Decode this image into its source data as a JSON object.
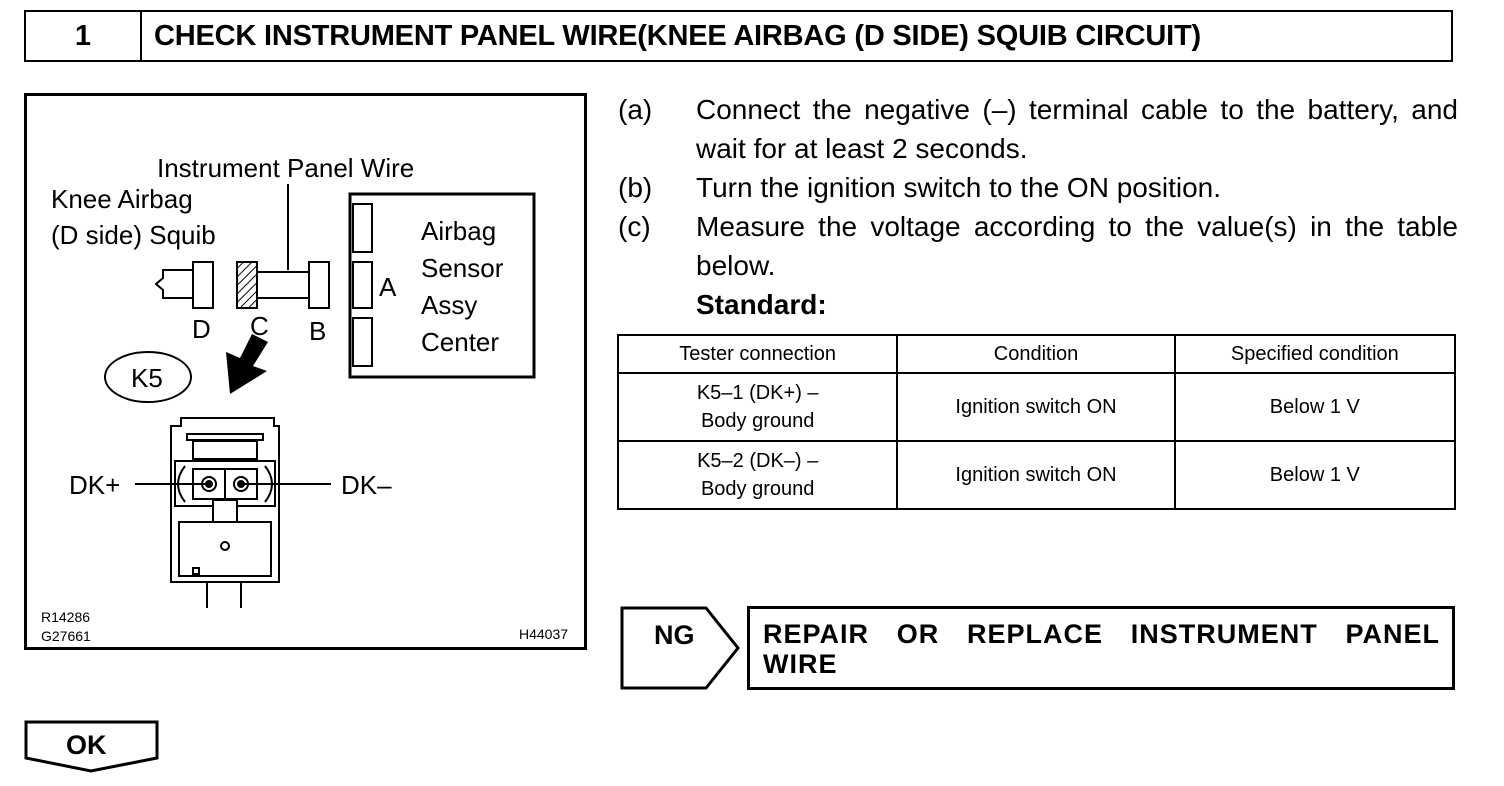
{
  "header": {
    "step_number": "1",
    "title": "CHECK INSTRUMENT PANEL WIRE(KNEE AIRBAG (D SIDE) SQUIB CIRCUIT)"
  },
  "figure": {
    "instrument_panel_wire": "Instrument Panel Wire",
    "knee_airbag_line1": "Knee Airbag",
    "knee_airbag_line2": "(D side) Squib",
    "sensor_line1": "Airbag",
    "sensor_line2": "Sensor",
    "sensor_line3": "Assy",
    "sensor_line4": "Center",
    "connector_a": "A",
    "connector_b": "B",
    "connector_c": "C",
    "connector_d": "D",
    "connector_id": "K5",
    "terminal_pos": "DK+",
    "terminal_neg": "DK–",
    "ref_code_1": "R14286",
    "ref_code_2": "G27661",
    "ref_code_3": "H44037"
  },
  "instructions": [
    {
      "letter": "(a)",
      "text": "Connect the negative (–) terminal cable to the battery, and wait for at least 2 seconds."
    },
    {
      "letter": "(b)",
      "text": "Turn the ignition switch to the ON position."
    },
    {
      "letter": "(c)",
      "text": "Measure the voltage according to the value(s) in the table below."
    }
  ],
  "standard_label": "Standard:",
  "table": {
    "headers": [
      "Tester connection",
      "Condition",
      "Specified condition"
    ],
    "rows": [
      {
        "conn_line1": "K5–1 (DK+) –",
        "conn_line2": "Body ground",
        "condition": "Ignition switch ON",
        "spec": "Below 1 V"
      },
      {
        "conn_line1": "K5–2 (DK–) –",
        "conn_line2": "Body ground",
        "condition": "Ignition switch ON",
        "spec": "Below 1 V"
      }
    ]
  },
  "ng": {
    "label": "NG",
    "action": "REPAIR OR REPLACE INSTRUMENT PANEL WIRE"
  },
  "ok": {
    "label": "OK"
  }
}
